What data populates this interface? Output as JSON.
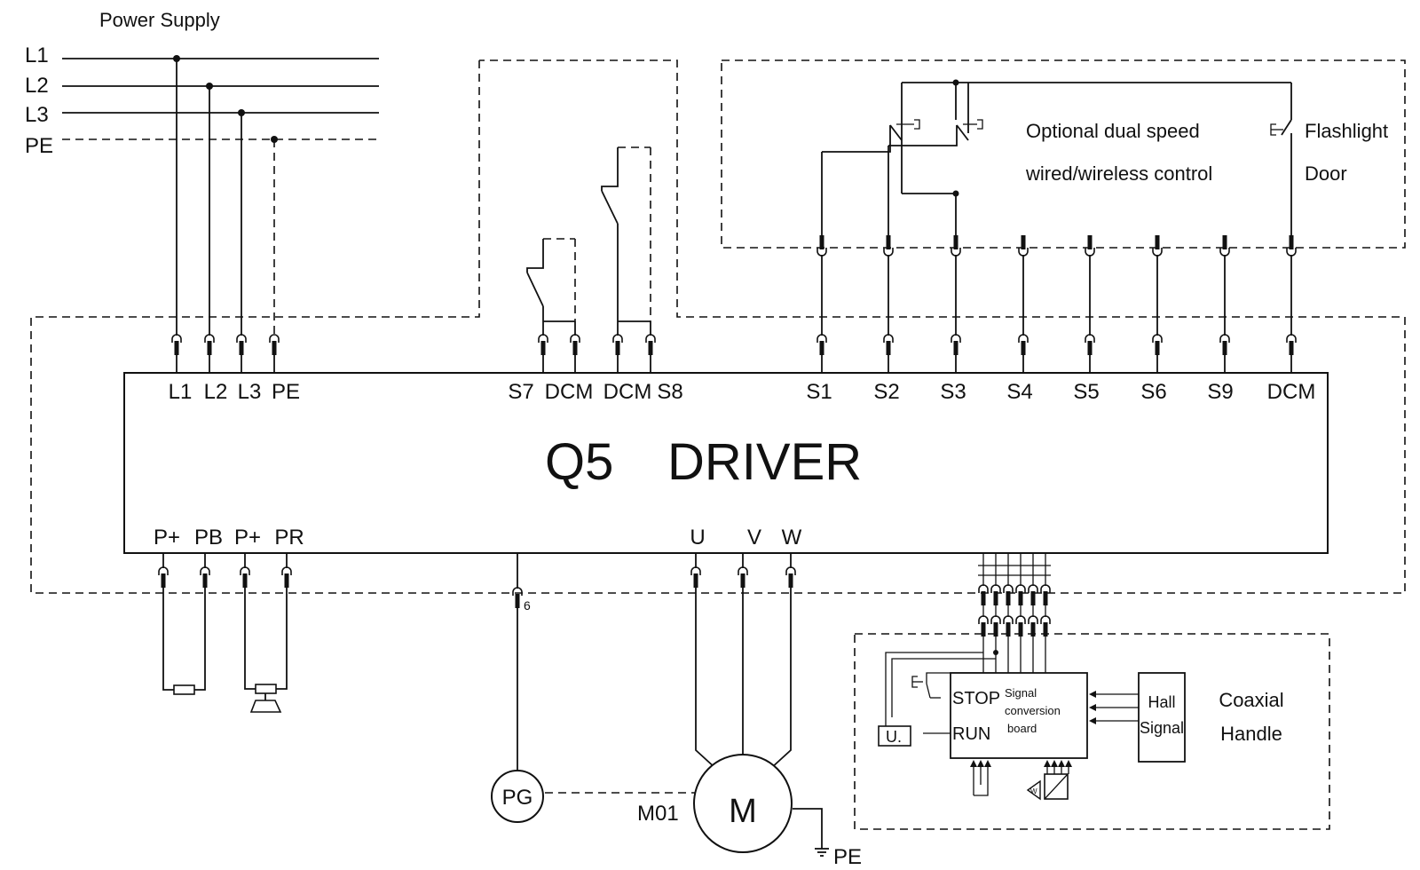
{
  "title": {
    "model": "Q5",
    "word": "DRIVER"
  },
  "power_supply": {
    "label": "Power Supply",
    "lines": [
      "L1",
      "L2",
      "L3",
      "PE"
    ]
  },
  "top_terminals": [
    "L1",
    "L2",
    "L3",
    "PE",
    "S7",
    "DCM",
    "DCM",
    "S8",
    "S1",
    "S2",
    "S3",
    "S4",
    "S5",
    "S6",
    "S9",
    "DCM"
  ],
  "bottom_terminals": [
    "P+",
    "PB",
    "P+",
    "PR",
    "U",
    "V",
    "W"
  ],
  "remote_control": {
    "line1": "Optional dual speed",
    "line2": "wired/wireless control"
  },
  "flashlight_door": {
    "line1": "Flashlight",
    "line2": "Door"
  },
  "signal_board": {
    "stop": "STOP",
    "run": "RUN",
    "line1": "Signal",
    "line2": "conversion",
    "line3": "board",
    "u_box": "U."
  },
  "hall": {
    "line1": "Hall",
    "line2": "Signal"
  },
  "coaxial_handle": {
    "line1": "Coaxial",
    "line2": "Handle"
  },
  "motor": {
    "label": "M",
    "designation": "M01",
    "earth": "PE"
  },
  "encoder": {
    "label": "PG",
    "pin": "6"
  },
  "small_tag": "W"
}
